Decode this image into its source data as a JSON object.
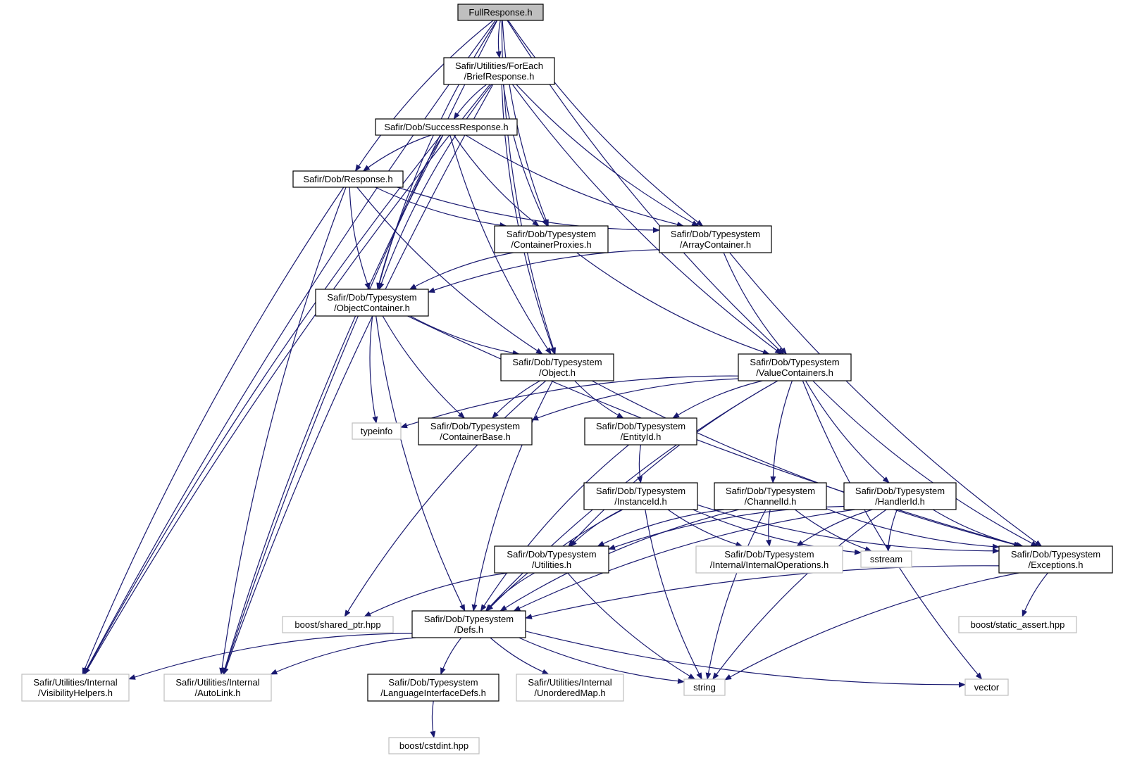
{
  "colors": {
    "edge": "#191970",
    "root_fill": "#bfbfbf",
    "node_border_project": "#000000",
    "node_border_external": "#bfbfbf",
    "node_fill": "#ffffff",
    "text": "#000000"
  },
  "nodes": [
    {
      "id": "fullresponse",
      "lines": [
        "FullResponse.h"
      ],
      "kind": "root"
    },
    {
      "id": "briefresponse",
      "lines": [
        "Safir/Utilities/ForEach",
        "/BriefResponse.h"
      ],
      "kind": "project"
    },
    {
      "id": "successresponse",
      "lines": [
        "Safir/Dob/SuccessResponse.h"
      ],
      "kind": "project"
    },
    {
      "id": "response",
      "lines": [
        "Safir/Dob/Response.h"
      ],
      "kind": "project"
    },
    {
      "id": "containerproxies",
      "lines": [
        "Safir/Dob/Typesystem",
        "/ContainerProxies.h"
      ],
      "kind": "project"
    },
    {
      "id": "arraycontainer",
      "lines": [
        "Safir/Dob/Typesystem",
        "/ArrayContainer.h"
      ],
      "kind": "project"
    },
    {
      "id": "objectcontainer",
      "lines": [
        "Safir/Dob/Typesystem",
        "/ObjectContainer.h"
      ],
      "kind": "project"
    },
    {
      "id": "object",
      "lines": [
        "Safir/Dob/Typesystem",
        "/Object.h"
      ],
      "kind": "project"
    },
    {
      "id": "valuecontainers",
      "lines": [
        "Safir/Dob/Typesystem",
        "/ValueContainers.h"
      ],
      "kind": "project"
    },
    {
      "id": "typeinfo",
      "lines": [
        "typeinfo"
      ],
      "kind": "external"
    },
    {
      "id": "containerbase",
      "lines": [
        "Safir/Dob/Typesystem",
        "/ContainerBase.h"
      ],
      "kind": "project"
    },
    {
      "id": "entityid",
      "lines": [
        "Safir/Dob/Typesystem",
        "/EntityId.h"
      ],
      "kind": "project"
    },
    {
      "id": "instanceid",
      "lines": [
        "Safir/Dob/Typesystem",
        "/InstanceId.h"
      ],
      "kind": "project"
    },
    {
      "id": "channelid",
      "lines": [
        "Safir/Dob/Typesystem",
        "/ChannelId.h"
      ],
      "kind": "project"
    },
    {
      "id": "handlerid",
      "lines": [
        "Safir/Dob/Typesystem",
        "/HandlerId.h"
      ],
      "kind": "project"
    },
    {
      "id": "utilities",
      "lines": [
        "Safir/Dob/Typesystem",
        "/Utilities.h"
      ],
      "kind": "project"
    },
    {
      "id": "internalops",
      "lines": [
        "Safir/Dob/Typesystem",
        "/Internal/InternalOperations.h"
      ],
      "kind": "external"
    },
    {
      "id": "sstream",
      "lines": [
        "sstream"
      ],
      "kind": "external"
    },
    {
      "id": "exceptions",
      "lines": [
        "Safir/Dob/Typesystem",
        "/Exceptions.h"
      ],
      "kind": "project"
    },
    {
      "id": "sharedptr",
      "lines": [
        "boost/shared_ptr.hpp"
      ],
      "kind": "external"
    },
    {
      "id": "defs",
      "lines": [
        "Safir/Dob/Typesystem",
        "/Defs.h"
      ],
      "kind": "project"
    },
    {
      "id": "staticassert",
      "lines": [
        "boost/static_assert.hpp"
      ],
      "kind": "external"
    },
    {
      "id": "visibility",
      "lines": [
        "Safir/Utilities/Internal",
        "/VisibilityHelpers.h"
      ],
      "kind": "external"
    },
    {
      "id": "autolink",
      "lines": [
        "Safir/Utilities/Internal",
        "/AutoLink.h"
      ],
      "kind": "external"
    },
    {
      "id": "langdefs",
      "lines": [
        "Safir/Dob/Typesystem",
        "/LanguageInterfaceDefs.h"
      ],
      "kind": "project"
    },
    {
      "id": "unorderedmap",
      "lines": [
        "Safir/Utilities/Internal",
        "/UnorderedMap.h"
      ],
      "kind": "external"
    },
    {
      "id": "string",
      "lines": [
        "string"
      ],
      "kind": "external"
    },
    {
      "id": "vector",
      "lines": [
        "vector"
      ],
      "kind": "external"
    },
    {
      "id": "cstdint",
      "lines": [
        "boost/cstdint.hpp"
      ],
      "kind": "external"
    }
  ],
  "edges": [
    [
      "fullresponse",
      "briefresponse"
    ],
    [
      "fullresponse",
      "visibility"
    ],
    [
      "fullresponse",
      "autolink"
    ],
    [
      "fullresponse",
      "response"
    ],
    [
      "fullresponse",
      "objectcontainer"
    ],
    [
      "fullresponse",
      "containerproxies"
    ],
    [
      "fullresponse",
      "arraycontainer"
    ],
    [
      "fullresponse",
      "object"
    ],
    [
      "fullresponse",
      "valuecontainers"
    ],
    [
      "briefresponse",
      "successresponse"
    ],
    [
      "briefresponse",
      "visibility"
    ],
    [
      "briefresponse",
      "autolink"
    ],
    [
      "briefresponse",
      "objectcontainer"
    ],
    [
      "briefresponse",
      "containerproxies"
    ],
    [
      "briefresponse",
      "arraycontainer"
    ],
    [
      "briefresponse",
      "object"
    ],
    [
      "briefresponse",
      "valuecontainers"
    ],
    [
      "successresponse",
      "response"
    ],
    [
      "successresponse",
      "visibility"
    ],
    [
      "successresponse",
      "autolink"
    ],
    [
      "successresponse",
      "objectcontainer"
    ],
    [
      "successresponse",
      "containerproxies"
    ],
    [
      "successresponse",
      "arraycontainer"
    ],
    [
      "successresponse",
      "object"
    ],
    [
      "response",
      "visibility"
    ],
    [
      "response",
      "autolink"
    ],
    [
      "response",
      "objectcontainer"
    ],
    [
      "response",
      "containerproxies"
    ],
    [
      "response",
      "arraycontainer"
    ],
    [
      "response",
      "object"
    ],
    [
      "containerproxies",
      "objectcontainer"
    ],
    [
      "containerproxies",
      "valuecontainers"
    ],
    [
      "arraycontainer",
      "objectcontainer"
    ],
    [
      "arraycontainer",
      "valuecontainers"
    ],
    [
      "arraycontainer",
      "exceptions"
    ],
    [
      "objectcontainer",
      "object"
    ],
    [
      "objectcontainer",
      "typeinfo"
    ],
    [
      "objectcontainer",
      "containerbase"
    ],
    [
      "objectcontainer",
      "defs"
    ],
    [
      "objectcontainer",
      "exceptions"
    ],
    [
      "object",
      "containerbase"
    ],
    [
      "object",
      "entityid"
    ],
    [
      "object",
      "sharedptr"
    ],
    [
      "object",
      "defs"
    ],
    [
      "object",
      "exceptions"
    ],
    [
      "valuecontainers",
      "typeinfo"
    ],
    [
      "valuecontainers",
      "containerbase"
    ],
    [
      "valuecontainers",
      "entityid"
    ],
    [
      "valuecontainers",
      "channelid"
    ],
    [
      "valuecontainers",
      "handlerid"
    ],
    [
      "valuecontainers",
      "utilities"
    ],
    [
      "valuecontainers",
      "defs"
    ],
    [
      "valuecontainers",
      "exceptions"
    ],
    [
      "valuecontainers",
      "vector"
    ],
    [
      "entityid",
      "instanceid"
    ],
    [
      "entityid",
      "defs"
    ],
    [
      "instanceid",
      "utilities"
    ],
    [
      "instanceid",
      "internalops"
    ],
    [
      "instanceid",
      "sstream"
    ],
    [
      "instanceid",
      "exceptions"
    ],
    [
      "instanceid",
      "string"
    ],
    [
      "instanceid",
      "defs"
    ],
    [
      "channelid",
      "utilities"
    ],
    [
      "channelid",
      "internalops"
    ],
    [
      "channelid",
      "sstream"
    ],
    [
      "channelid",
      "exceptions"
    ],
    [
      "channelid",
      "string"
    ],
    [
      "channelid",
      "defs"
    ],
    [
      "handlerid",
      "utilities"
    ],
    [
      "handlerid",
      "internalops"
    ],
    [
      "handlerid",
      "sstream"
    ],
    [
      "handlerid",
      "exceptions"
    ],
    [
      "handlerid",
      "string"
    ],
    [
      "handlerid",
      "defs"
    ],
    [
      "utilities",
      "defs"
    ],
    [
      "utilities",
      "sharedptr"
    ],
    [
      "utilities",
      "string"
    ],
    [
      "exceptions",
      "defs"
    ],
    [
      "exceptions",
      "staticassert"
    ],
    [
      "exceptions",
      "string"
    ],
    [
      "defs",
      "visibility"
    ],
    [
      "defs",
      "autolink"
    ],
    [
      "defs",
      "langdefs"
    ],
    [
      "defs",
      "unorderedmap"
    ],
    [
      "defs",
      "string"
    ],
    [
      "defs",
      "vector"
    ],
    [
      "langdefs",
      "cstdint"
    ]
  ]
}
